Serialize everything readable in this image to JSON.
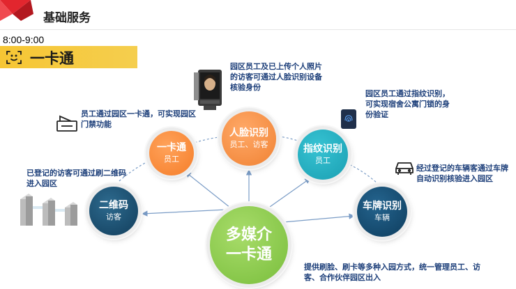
{
  "header": {
    "title": "基础服务"
  },
  "time": "8:00-9:00",
  "banner": {
    "title": "一卡通"
  },
  "center": {
    "line1": "多媒介",
    "line2": "一卡通",
    "desc": "提供刷脸、刷卡等多种入园方式，统一管理员工、访客、合作伙伴园区出入"
  },
  "nodes": {
    "qr": {
      "title": "二维码",
      "sub": "访客",
      "desc": "已登记的访客可通过刷二维码进入园区"
    },
    "card": {
      "title": "一卡通",
      "sub": "员工",
      "desc": "员工通过园区一卡通，可实现园区门禁功能"
    },
    "face": {
      "title": "人脸识别",
      "sub": "员工、访客",
      "desc": "园区员工及已上传个人照片的访客可通过人脸识别设备核验身份"
    },
    "finger": {
      "title": "指纹识别",
      "sub": "员工",
      "desc": "园区员工通过指纹识别，可实现宿舍公寓门锁的身份验证"
    },
    "plate": {
      "title": "车牌识别",
      "sub": "车辆",
      "desc": "经过登记的车辆客通过车牌自动识别核验进入园区"
    }
  },
  "colors": {
    "banner": "#f6c634",
    "orange": "#f57e2a",
    "teal": "#1a9fb2",
    "navy": "#123e5c",
    "green": "#79be3c",
    "text_blue": "#1d3f7a"
  },
  "icons": [
    "logo-icon",
    "face-scan-icon",
    "card-reader-icon",
    "face-terminal-icon",
    "fingerprint-lock-icon",
    "car-icon",
    "turnstile-gate-icon"
  ]
}
